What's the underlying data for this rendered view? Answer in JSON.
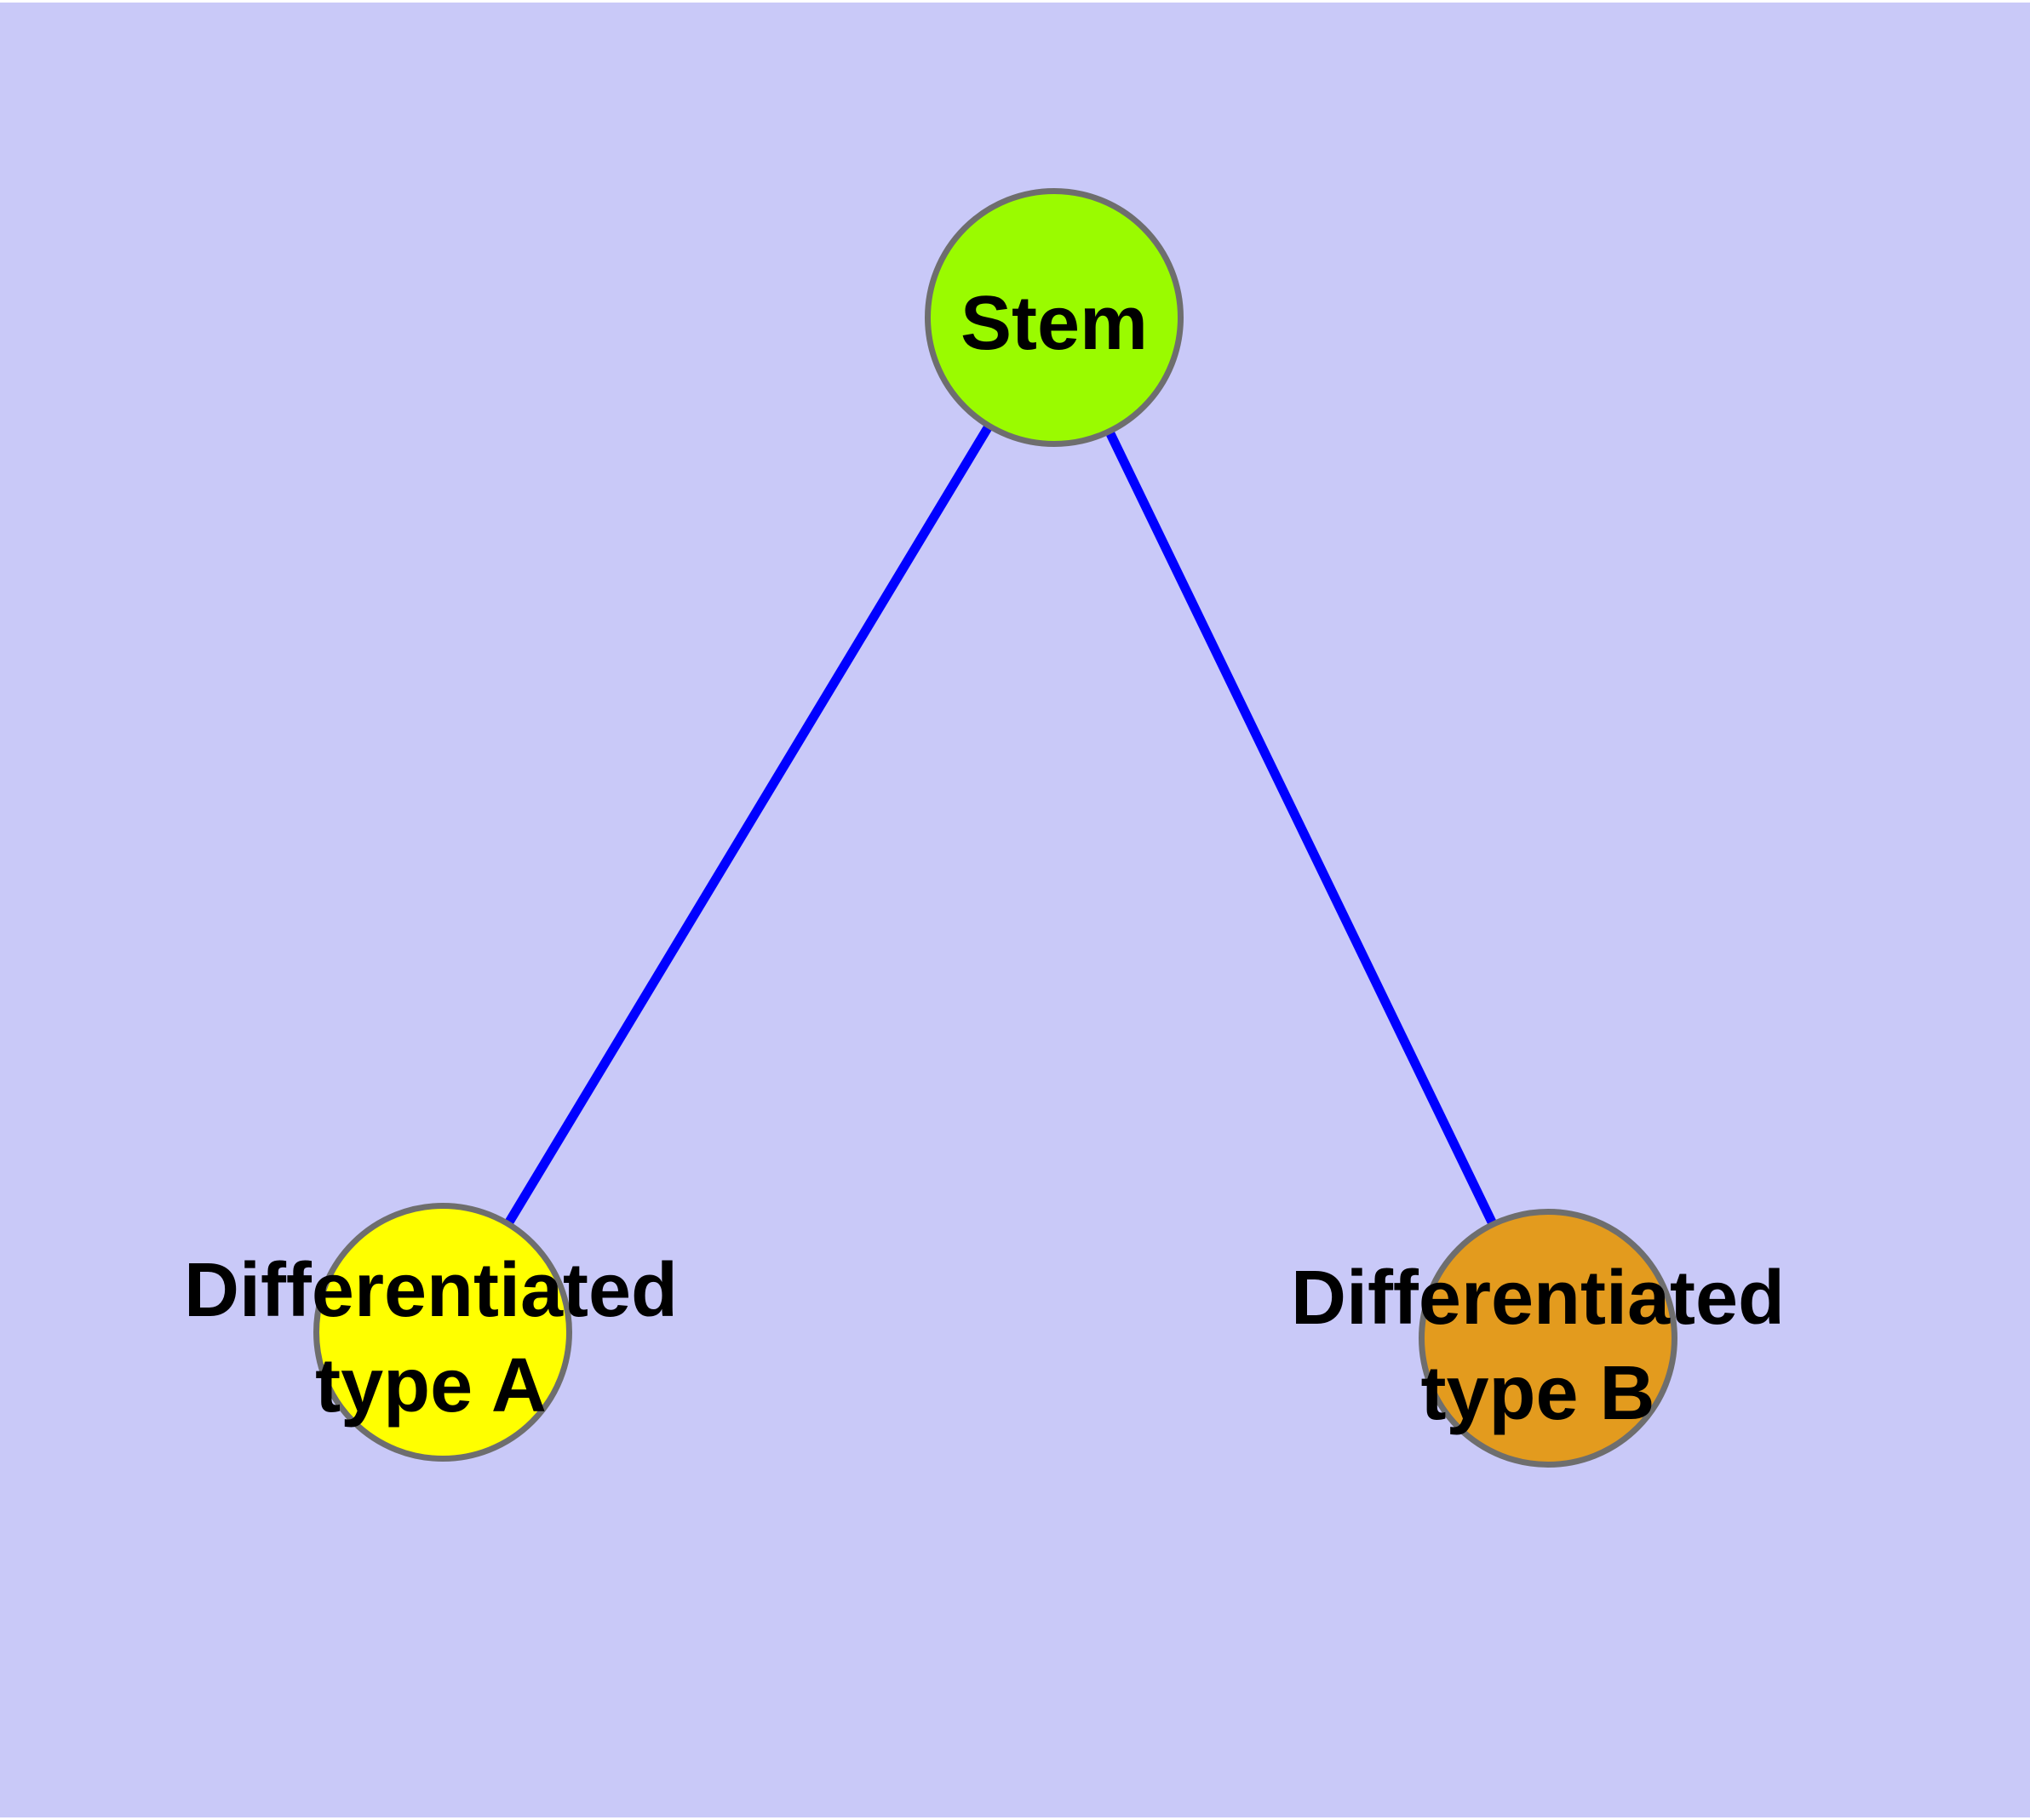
{
  "diagram": {
    "type": "node-link-graph",
    "nodes": [
      {
        "id": "stem",
        "label": "Stem",
        "lines": [
          "Stem"
        ],
        "fill": "#9AFB00"
      },
      {
        "id": "differentiated-type-a",
        "label": "Differentiated type A",
        "lines": [
          "Differentiated",
          "type A"
        ],
        "fill": "#FFFF00"
      },
      {
        "id": "differentiated-type-b",
        "label": "Differentiated type B",
        "lines": [
          "Differentiated",
          "type B"
        ],
        "fill": "#E39B1E"
      }
    ],
    "edges": [
      {
        "from": "stem",
        "to": "differentiated-type-a"
      },
      {
        "from": "stem",
        "to": "differentiated-type-b"
      }
    ],
    "colors": {
      "background": "#C9C9F8",
      "edge": "#0000FF",
      "node_border": "#6E6E6E",
      "label_text": "#000000"
    }
  }
}
